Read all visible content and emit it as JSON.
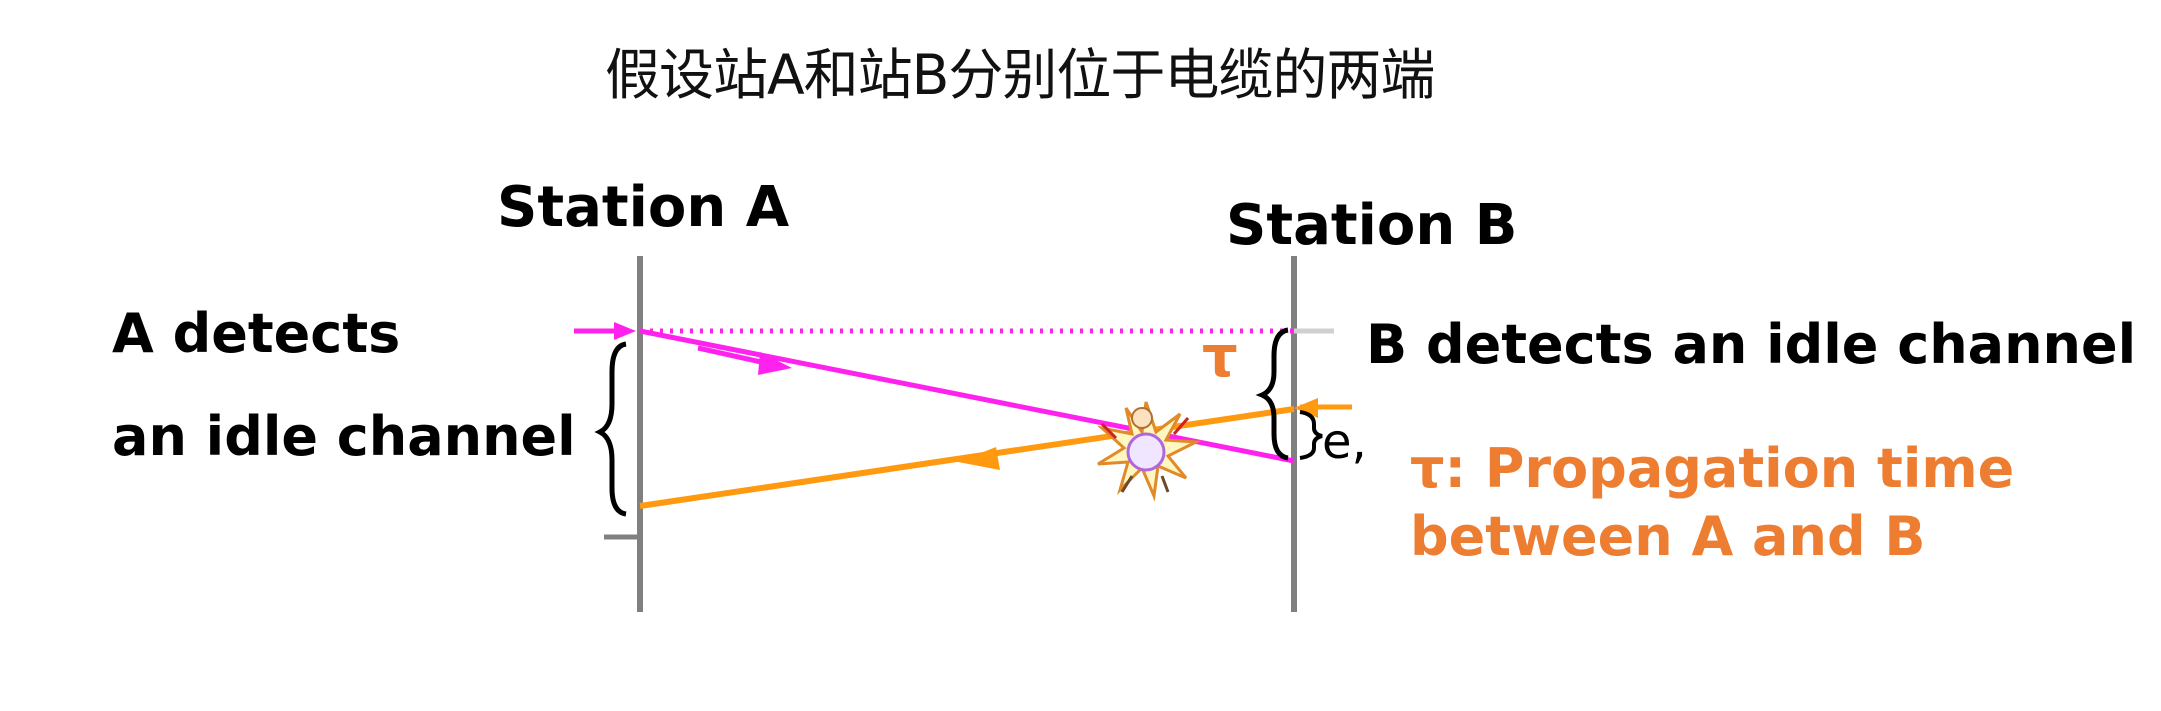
{
  "title": "假设站A和站B分别位于电缆的两端",
  "stations": {
    "a": "Station A",
    "b": "Station B"
  },
  "labels": {
    "a_detects_line1": "A detects",
    "a_detects_line2": "an idle channel",
    "b_detects": "B detects an idle channel",
    "tau": "τ",
    "epsilon": "e,",
    "tau_def_line1": "τ: Propagation time",
    "tau_def_line2": "between A and B"
  },
  "colors": {
    "signal_a": "#FF22EE",
    "signal_b": "#FF9A10",
    "timeline": "#808080",
    "note": "#ED7D31"
  },
  "icons": {
    "collision": "collision-burst-icon"
  }
}
